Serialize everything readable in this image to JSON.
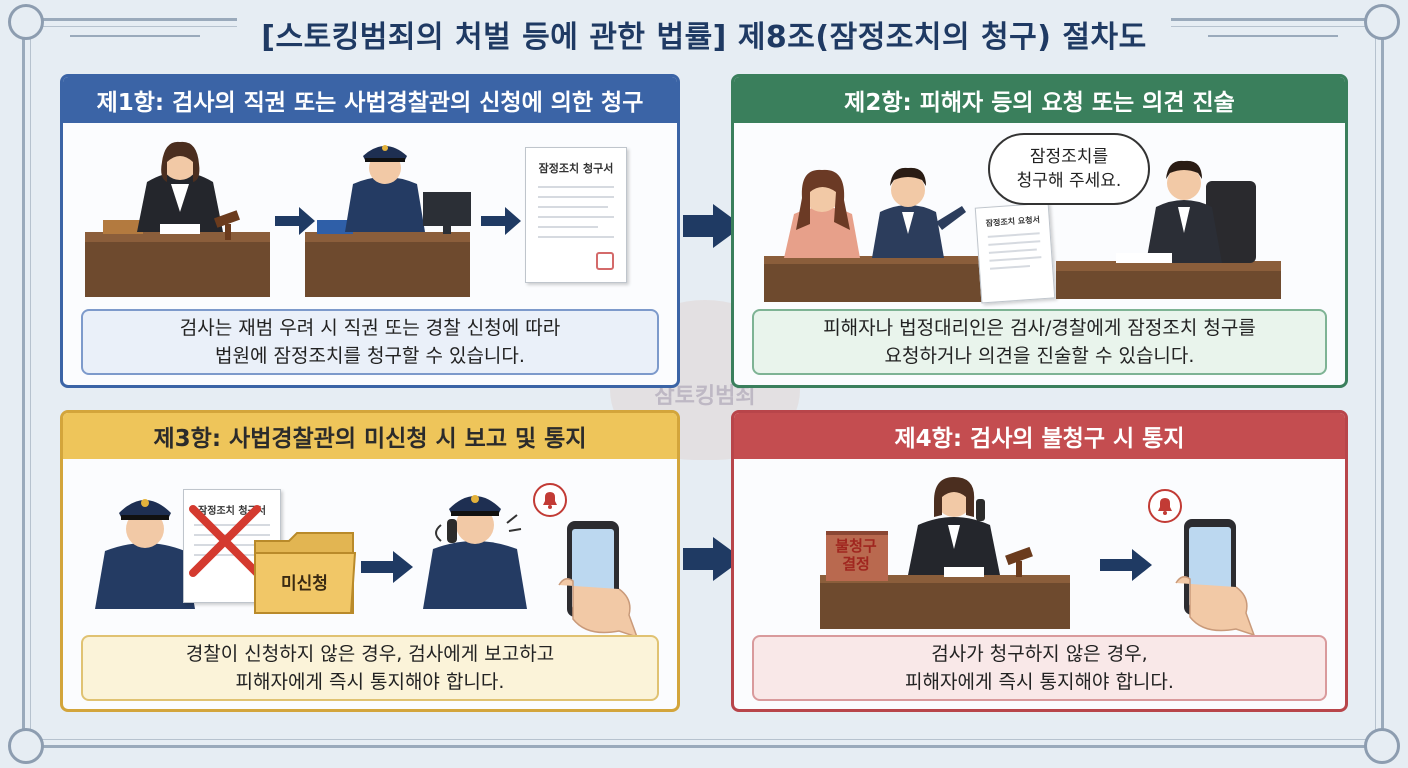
{
  "title": "[스토킹범죄의 처벌 등에 관한 법률] 제8조(잠정조치의 청구) 절차도",
  "watermark": "잠토킹범죄",
  "panels": [
    {
      "header": "제1항: 검사의 직권 또는 사법경찰관의 신청에 의한 청구",
      "desc_line1": "검사는 재범 우려 시 직권 또는 경찰 신청에 따라",
      "desc_line2": "법원에 잠정조치를 청구할 수 있습니다.",
      "document_title": "잠정조치 청구서",
      "color": "#3b64a6"
    },
    {
      "header": "제2항: 피해자 등의 요청 또는 의견 진술",
      "desc_line1": "피해자나 법정대리인은 검사/경찰에게 잠정조치 청구를",
      "desc_line2": "요청하거나 의견을 진술할 수 있습니다.",
      "bubble_line1": "잠정조치를",
      "bubble_line2": "청구해 주세요.",
      "document_title": "잠정조치 요청서",
      "color": "#3a7f5c"
    },
    {
      "header": "제3항: 사법경찰관의 미신청 시 보고 및 통지",
      "desc_line1": "경찰이 신청하지 않은 경우, 검사에게 보고하고",
      "desc_line2": "피해자에게 즉시 통지해야 합니다.",
      "document_title": "잠정조치 청구서",
      "folder_label": "미신청",
      "color": "#eec55a"
    },
    {
      "header": "제4항: 검사의 불청구 시 통지",
      "desc_line1": "검사가 청구하지 않은 경우,",
      "desc_line2": "피해자에게 즉시 통지해야 합니다.",
      "book_label_line1": "불청구",
      "book_label_line2": "결정",
      "color": "#c44d50"
    }
  ]
}
